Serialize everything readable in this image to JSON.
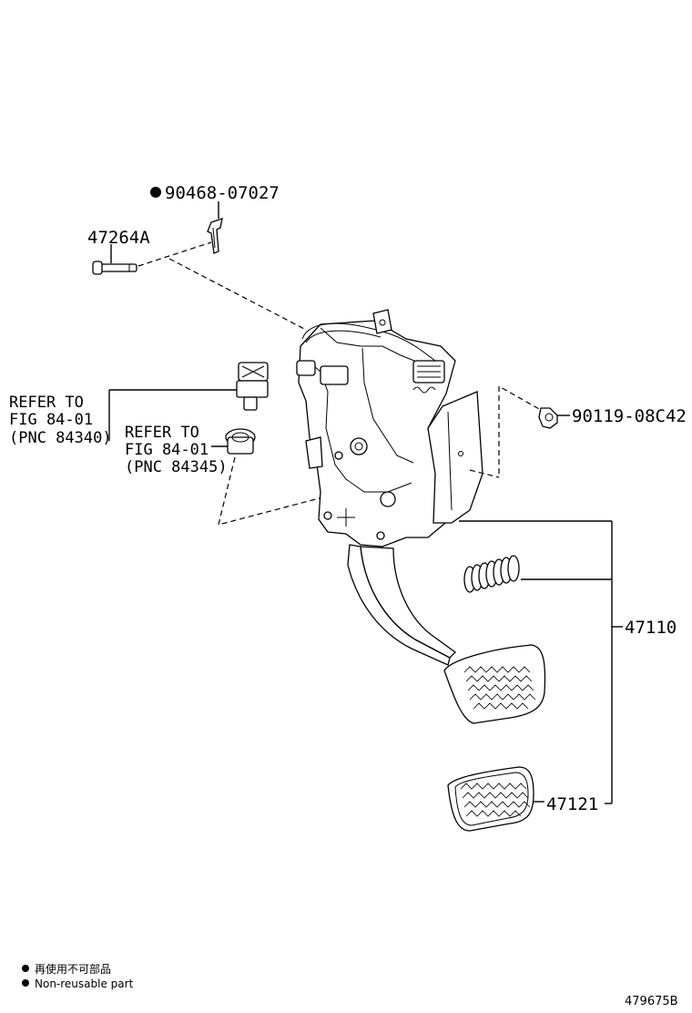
{
  "diagram": {
    "labels": {
      "clip_part": "90468-07027",
      "pin_part": "47264A",
      "bolt_part": "90119-08C42",
      "pedal_assy": "47110",
      "pedal_pad": "47121"
    },
    "references": {
      "switch": {
        "line1": "REFER TO",
        "line2": "FIG 84-01",
        "line3": "(PNC 84340)"
      },
      "cushion": {
        "line1": "REFER TO",
        "line2": "FIG 84-01",
        "line3": "(PNC 84345)"
      }
    },
    "legend": {
      "line_cn": "再使用不可部品",
      "line_en": "Non-reusable part"
    },
    "figure_id": "479675B"
  }
}
